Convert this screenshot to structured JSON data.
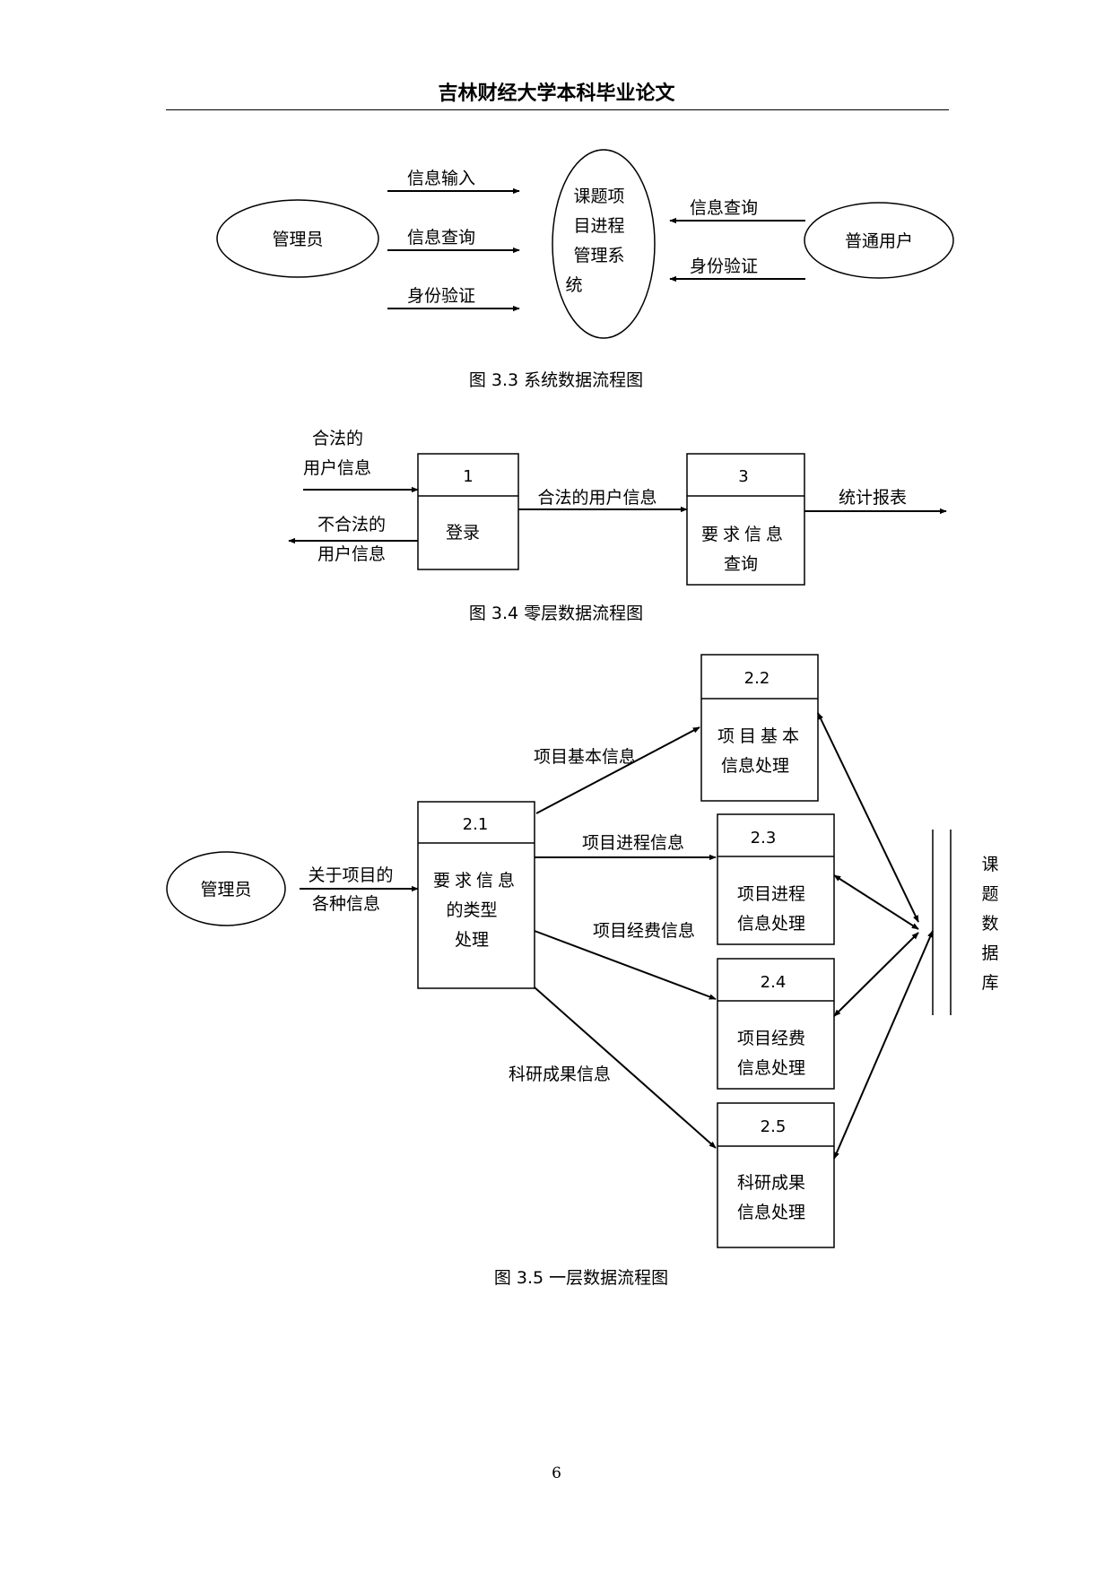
{
  "header": {
    "title": "吉林财经大学本科毕业论文"
  },
  "page_number": "6",
  "figure_3_3": {
    "caption": "图 3.3 系统数据流程图",
    "admin": "管理员",
    "system_lines": [
      "课题项",
      "目进程",
      "管理系",
      "统"
    ],
    "user": "普通用户",
    "admin_flows": [
      "信息输入",
      "信息查询",
      "身份验证"
    ],
    "user_flows": [
      "信息查询",
      "身份验证"
    ]
  },
  "figure_3_4": {
    "caption": "图 3.4  零层数据流程图",
    "legal_in": [
      "合法的",
      "用户信息"
    ],
    "illegal_out": [
      "不合法的",
      "用户信息"
    ],
    "p1": {
      "id": "1",
      "name": "登录"
    },
    "flow_mid": "合法的用户信息",
    "p3": {
      "id": "3",
      "name_lines": [
        "要求信息",
        "查询"
      ]
    },
    "flow_out": "统计报表"
  },
  "figure_3_5": {
    "caption": "图 3.5  一层数据流程图",
    "admin": "管理员",
    "admin_flow": [
      "关于项目的",
      "各种信息"
    ],
    "p21": {
      "id": "2.1",
      "name_lines": [
        "要求信息",
        "的类型",
        "处理"
      ]
    },
    "flows": [
      "项目基本信息",
      "项目进程信息",
      "项目经费信息",
      "科研成果信息"
    ],
    "p22": {
      "id": "2.2",
      "name_lines": [
        "项目基本",
        "信息处理"
      ]
    },
    "p23": {
      "id": "2.3",
      "name_lines": [
        "项目进程",
        "信息处理"
      ]
    },
    "p24": {
      "id": "2.4",
      "name_lines": [
        "项目经费",
        "信息处理"
      ]
    },
    "p25": {
      "id": "2.5",
      "name_lines": [
        "科研成果",
        "信息处理"
      ]
    },
    "datastore_chars": [
      "课",
      "题",
      "数",
      "据",
      "库"
    ]
  }
}
